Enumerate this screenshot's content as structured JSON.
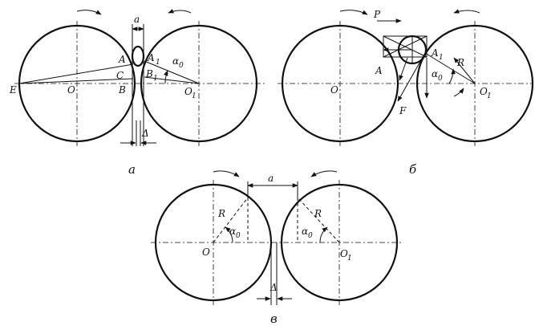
{
  "panel_a": {
    "caption": "а",
    "labels": {
      "E": "E",
      "O": "O",
      "O1": "O",
      "O1_sub": "1",
      "A": "A",
      "A1": "A",
      "A1_sub": "1",
      "B": "B",
      "B1": "B",
      "B1_sub": "1",
      "C": "C",
      "a": "a",
      "alpha0": "α",
      "alpha0_sub": "0",
      "delta": "Δ"
    }
  },
  "panel_b": {
    "caption": "б",
    "labels": {
      "P": "P",
      "O": "O",
      "O1": "O",
      "O1_sub": "1",
      "A": "A",
      "A1": "A",
      "A1_sub": "1",
      "F": "F",
      "R": "R",
      "alpha0": "α",
      "alpha0_sub": "0"
    }
  },
  "panel_c": {
    "caption": "в",
    "labels": {
      "a": "a",
      "R_left": "R",
      "R_right": "R",
      "O": "O",
      "O1": "O",
      "O1_sub": "1",
      "alpha0_left": "α",
      "alpha0_left_sub": "0",
      "alpha0_right": "α",
      "alpha0_right_sub": "0",
      "delta": "Δ"
    }
  }
}
